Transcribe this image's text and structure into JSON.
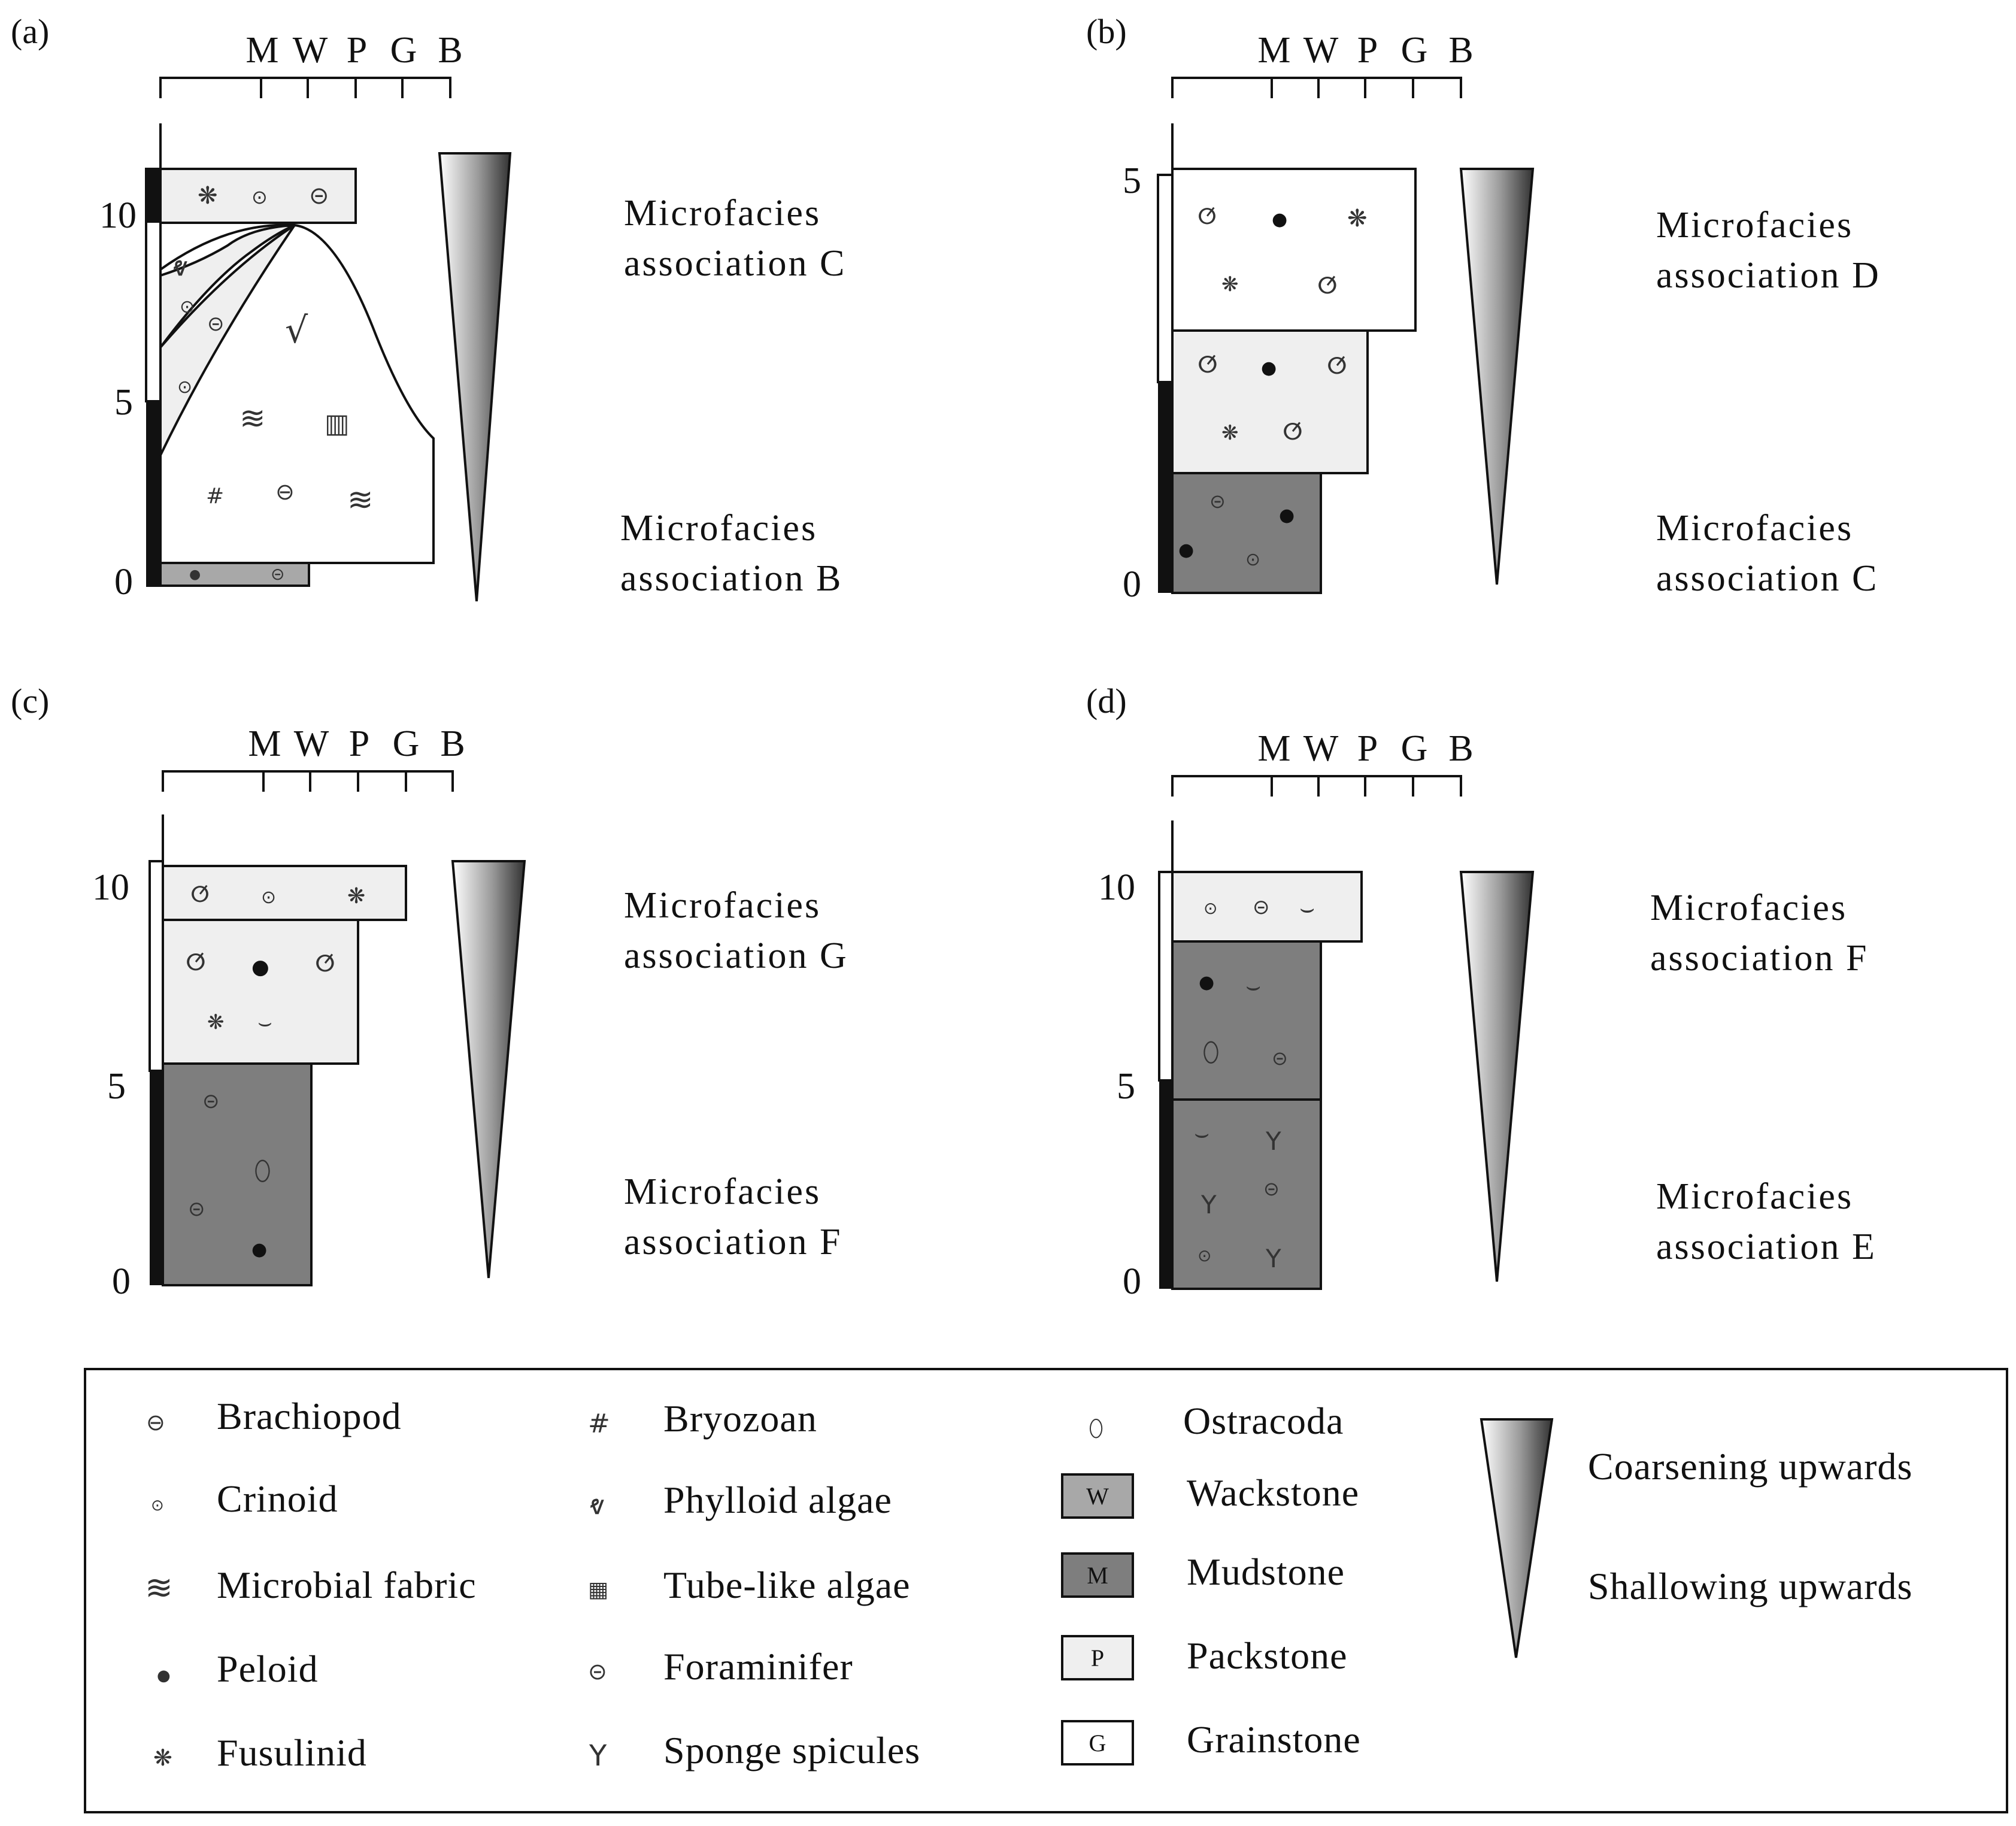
{
  "panels": [
    {
      "label": "(a)",
      "texture_scale": [
        "M",
        "W",
        "P",
        "G",
        "B"
      ],
      "depth_ticks": [
        "0",
        "5",
        "10"
      ],
      "annotations": [
        {
          "line1": "Microfacies",
          "line2": "association C"
        },
        {
          "line1": "Microfacies",
          "line2": "association B"
        }
      ]
    },
    {
      "label": "(b)",
      "texture_scale": [
        "M",
        "W",
        "P",
        "G",
        "B"
      ],
      "depth_ticks": [
        "0",
        "5"
      ],
      "annotations": [
        {
          "line1": "Microfacies",
          "line2": "association D"
        },
        {
          "line1": "Microfacies",
          "line2": "association C"
        }
      ]
    },
    {
      "label": "(c)",
      "texture_scale": [
        "M",
        "W",
        "P",
        "G",
        "B"
      ],
      "depth_ticks": [
        "0",
        "5",
        "10"
      ],
      "annotations": [
        {
          "line1": "Microfacies",
          "line2": "association G"
        },
        {
          "line1": "Microfacies",
          "line2": "association F"
        }
      ]
    },
    {
      "label": "(d)",
      "texture_scale": [
        "M",
        "W",
        "P",
        "G",
        "B"
      ],
      "depth_ticks": [
        "0",
        "5",
        "10"
      ],
      "annotations": [
        {
          "line1": "Microfacies",
          "line2": "association F"
        },
        {
          "line1": "Microfacies",
          "line2": "association E"
        }
      ]
    }
  ],
  "legend": {
    "fossils_col1": [
      {
        "label": "Brachiopod",
        "icon": "brachiopod-icon"
      },
      {
        "label": "Crinoid",
        "icon": "crinoid-icon"
      },
      {
        "label": "Microbial fabric",
        "icon": "microbial-fabric-icon"
      },
      {
        "label": "Peloid",
        "icon": "peloid-icon"
      },
      {
        "label": "Fusulinid",
        "icon": "fusulinid-icon"
      }
    ],
    "fossils_col2": [
      {
        "label": "Bryozoan",
        "icon": "bryozoan-icon"
      },
      {
        "label": "Phylloid algae",
        "icon": "phylloid-algae-icon"
      },
      {
        "label": "Tube-like algae",
        "icon": "tube-like-algae-icon"
      },
      {
        "label": "Foraminifer",
        "icon": "foraminifer-icon"
      },
      {
        "label": "Sponge spicules",
        "icon": "sponge-spicules-icon"
      }
    ],
    "ostracoda": {
      "label": "Ostracoda",
      "icon": "ostracoda-icon"
    },
    "lithologies": [
      {
        "letter": "W",
        "label": "Wackstone",
        "color": "#a8a8a8"
      },
      {
        "letter": "M",
        "label": "Mudstone",
        "color": "#7e7e7e"
      },
      {
        "letter": "P",
        "label": "Packstone",
        "color": "#efefef"
      },
      {
        "letter": "G",
        "label": "Grainstone",
        "color": "#ffffff"
      }
    ],
    "trend": {
      "line1": "Coarsening upwards",
      "line2": "Shallowing upwards"
    }
  }
}
